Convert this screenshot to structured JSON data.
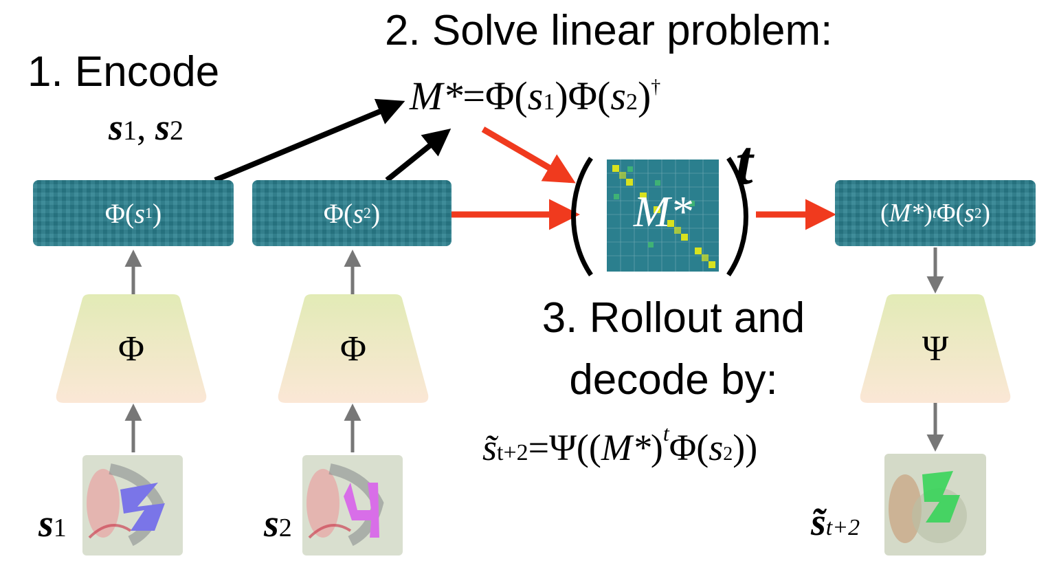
{
  "steps": {
    "encode": "1. Encode",
    "solve": "2. Solve linear problem:",
    "rollout_line1": "3. Rollout and",
    "rollout_line2": "decode by:"
  },
  "encode_vars": {
    "a": "s",
    "a_sub": "1",
    "sep": ", ",
    "b": "s",
    "b_sub": "2"
  },
  "equation_solve": {
    "lhs": "M*",
    "eq": "=Φ(",
    "s1": "s",
    "s1_sub": "1",
    "mid": ")Φ(",
    "s2": "s",
    "s2_sub": "2",
    "close": ")",
    "dagger": "†"
  },
  "equation_decode": {
    "lhs": "s̃",
    "lhs_sub": "t+2",
    "rhs_a": "=Ψ((",
    "m": "M*",
    "rhs_b": ")",
    "t": "t",
    "rhs_c": "Φ(",
    "s": "s",
    "s_sub": "2",
    "rhs_d": "))"
  },
  "features": {
    "phi_s1": {
      "pre": "Φ(",
      "var": "s",
      "sub": "1",
      "post": ")"
    },
    "phi_s2": {
      "pre": "Φ(",
      "var": "s",
      "sub": "2",
      "post": ")"
    },
    "rollout": {
      "pre": "(",
      "m": "M*",
      "mid": ")",
      "t": "t",
      "post_a": "Φ(",
      "var": "s",
      "sub": "2",
      "post_b": ")"
    }
  },
  "matrix": {
    "label": "M*",
    "power": "t"
  },
  "encoders": {
    "enc1": "Φ",
    "enc2": "Φ",
    "decoder": "Ψ"
  },
  "inputs": {
    "s1": {
      "var": "s",
      "sub": "1"
    },
    "s2": {
      "var": "s",
      "sub": "2"
    },
    "pred": {
      "var": "s̃",
      "sub": "t+2"
    }
  },
  "colors": {
    "feature": "#2a7f8e",
    "red_arrow": "#f03a1e",
    "black_arrow": "#000000",
    "gray_arrow": "#777777",
    "trap_top": "#e2ebb6",
    "trap_bottom": "#fbe7d6",
    "diagonal": "#d8e21f"
  }
}
